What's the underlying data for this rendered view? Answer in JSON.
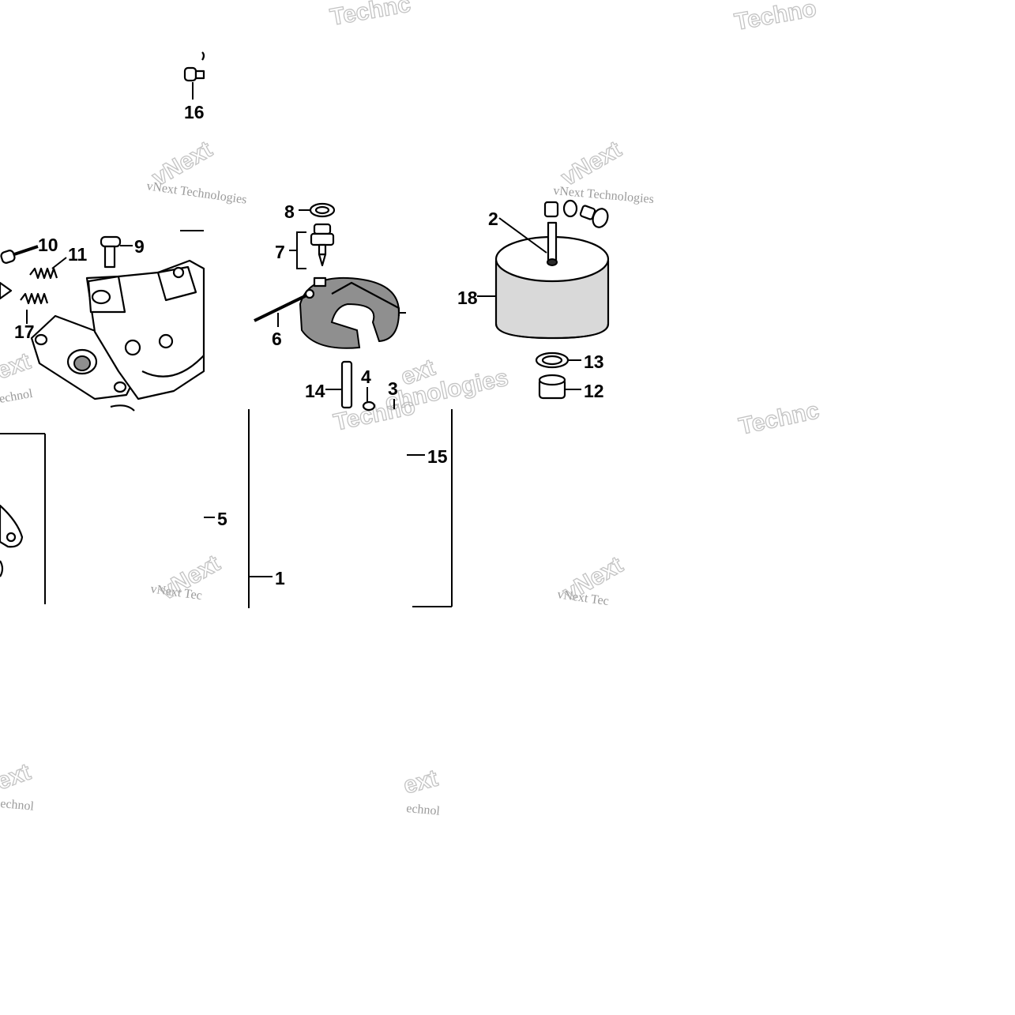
{
  "callouts": {
    "c1": "1",
    "c2": "2",
    "c3": "3",
    "c4": "4",
    "c5": "5",
    "c6": "6",
    "c7": "7",
    "c8": "8",
    "c9": "9",
    "c10": "10",
    "c11": "11",
    "c12": "12",
    "c13": "13",
    "c14": "14",
    "c15": "15",
    "c16": "16",
    "c17": "17",
    "c18": "18"
  },
  "watermark": {
    "small": "vNext Technologies",
    "small_cut": "vNext Tec",
    "big_a": "Technc",
    "big_b": "Techno",
    "big_c": "vNext",
    "big_d": "chnologies",
    "big_e": "echnol",
    "big_f": "ext"
  }
}
